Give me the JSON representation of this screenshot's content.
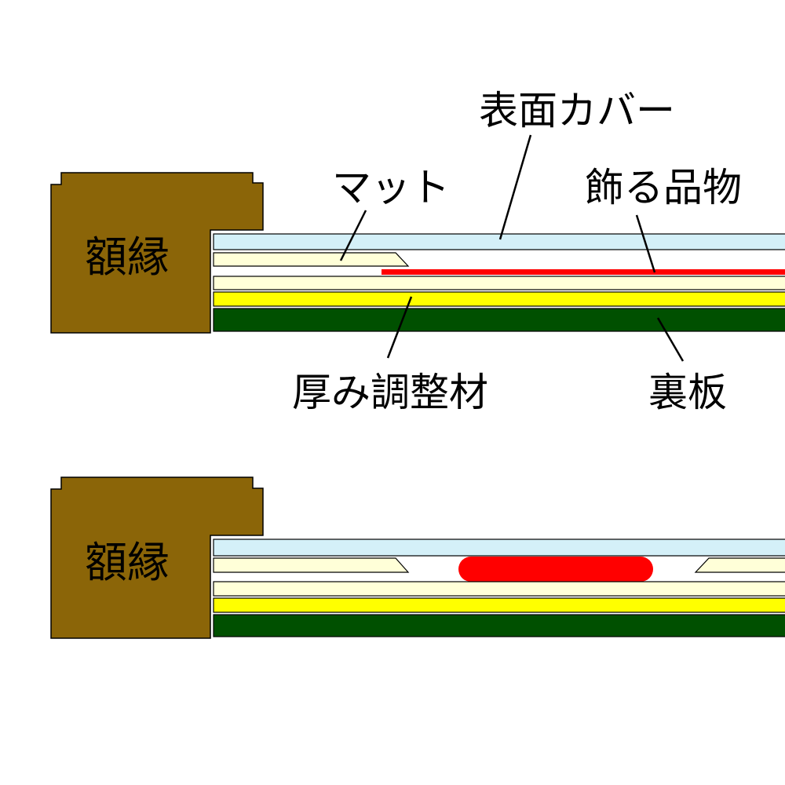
{
  "diagram_top": {
    "frame_label": "額縁",
    "labels": {
      "surface_cover": "表面カバー",
      "mat": "マット",
      "item": "飾る品物",
      "thickness_adjuster": "厚み調整材",
      "back_board": "裏板"
    }
  },
  "diagram_bottom": {
    "frame_label": "額縁"
  },
  "colors": {
    "frame": "#8B6508",
    "cover": "#D4F0F8",
    "mat": "#FFFFD8",
    "item": "#FF0000",
    "adjuster": "#FFFFD8",
    "yellow_layer": "#FFFF00",
    "back_board": "#005000",
    "outline": "#000000"
  }
}
